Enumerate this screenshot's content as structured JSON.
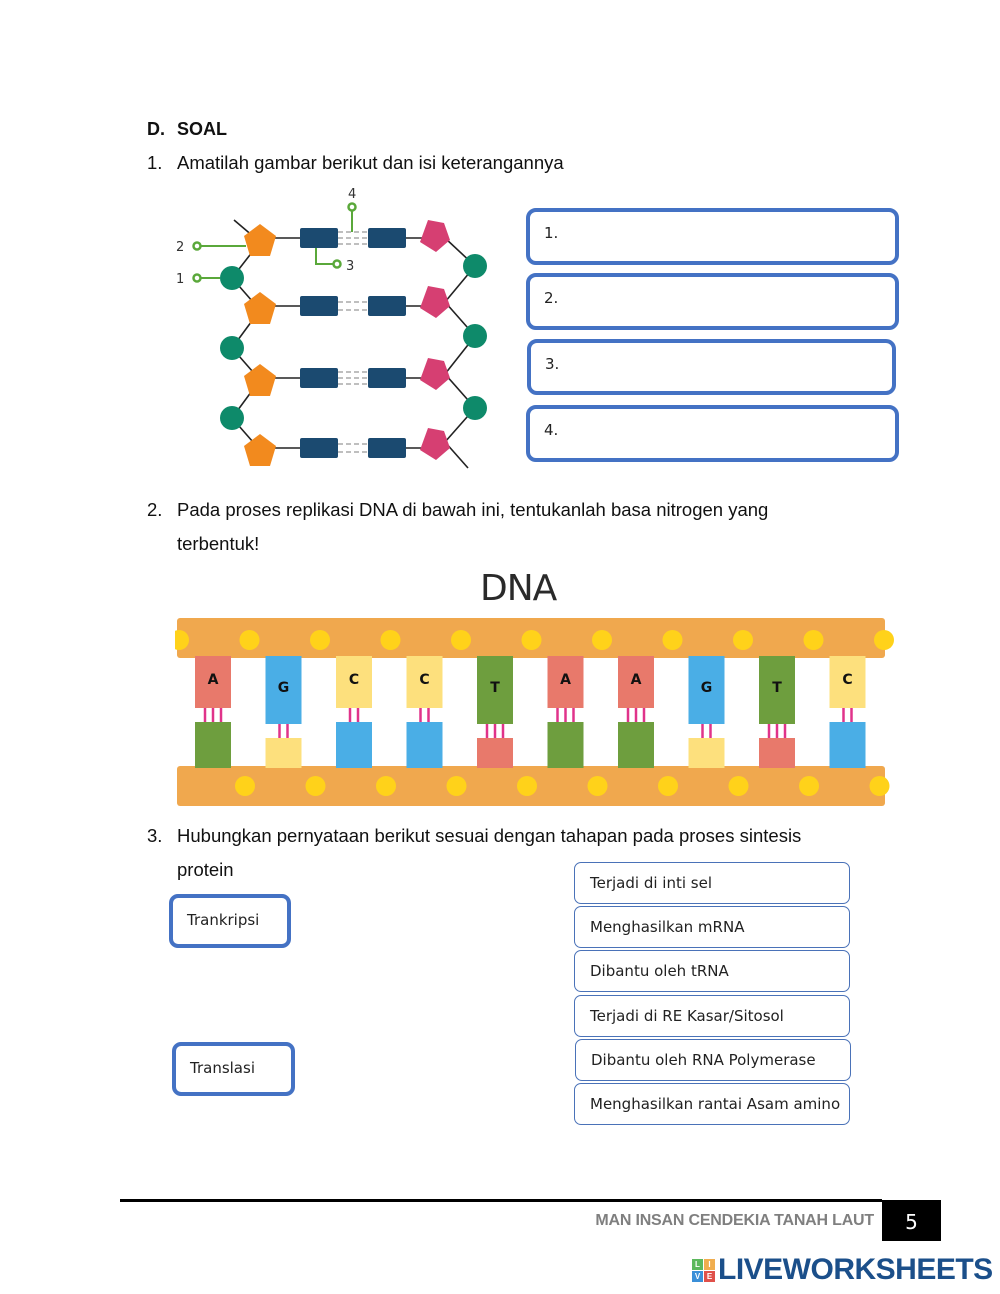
{
  "section": {
    "number": "D.",
    "title": "SOAL"
  },
  "questions": [
    {
      "number": "1.",
      "text": "Amatilah gambar berikut dan isi keterangannya"
    },
    {
      "number": "2.",
      "text_line1": "Pada proses replikasi DNA di bawah ini, tentukanlah basa nitrogen yang",
      "text_line2": "terbentuk!"
    },
    {
      "number": "3.",
      "text_line1": "Hubungkan pernyataan berikut sesuai dengan tahapan pada proses sintesis",
      "text_line2": "protein"
    }
  ],
  "q1": {
    "diagram_labels": [
      "1",
      "2",
      "3",
      "4"
    ],
    "answer_boxes": [
      {
        "label": "1.",
        "value": ""
      },
      {
        "label": "2.",
        "value": ""
      },
      {
        "label": "3.",
        "value": ""
      },
      {
        "label": "4.",
        "value": ""
      }
    ],
    "colors": {
      "phosphate": "#0e8a6a",
      "sugar_left": "#f28a1e",
      "sugar_right": "#d63f72",
      "base": "#1b4a70"
    }
  },
  "q2": {
    "title": "DNA",
    "top_strand": [
      "A",
      "G",
      "C",
      "C",
      "T",
      "A",
      "A",
      "G",
      "T",
      "C"
    ],
    "bottom_strand": [
      "",
      "",
      "",
      "",
      "",
      "",
      "",
      "",
      "",
      ""
    ],
    "base_colors": {
      "A": "#e8796b",
      "G": "#4aaee6",
      "C": "#fde07d",
      "T": "#6e9e3e"
    },
    "pair": {
      "A": "T",
      "T": "A",
      "G": "C",
      "C": "G"
    }
  },
  "q3": {
    "stages": [
      "Trankripsi",
      "Translasi"
    ],
    "statements": [
      "Terjadi di inti sel",
      "Menghasilkan mRNA",
      "Dibantu oleh tRNA",
      "Terjadi di RE Kasar/Sitosol",
      "Dibantu oleh RNA Polymerase",
      "Menghasilkan rantai Asam amino"
    ]
  },
  "footer": {
    "school": "MAN INSAN CENDEKIA TANAH LAUT",
    "page": "5",
    "brand": "LIVEWORKSHEETS",
    "brand_logo_letters": [
      "L",
      "I",
      "V",
      "E"
    ]
  }
}
